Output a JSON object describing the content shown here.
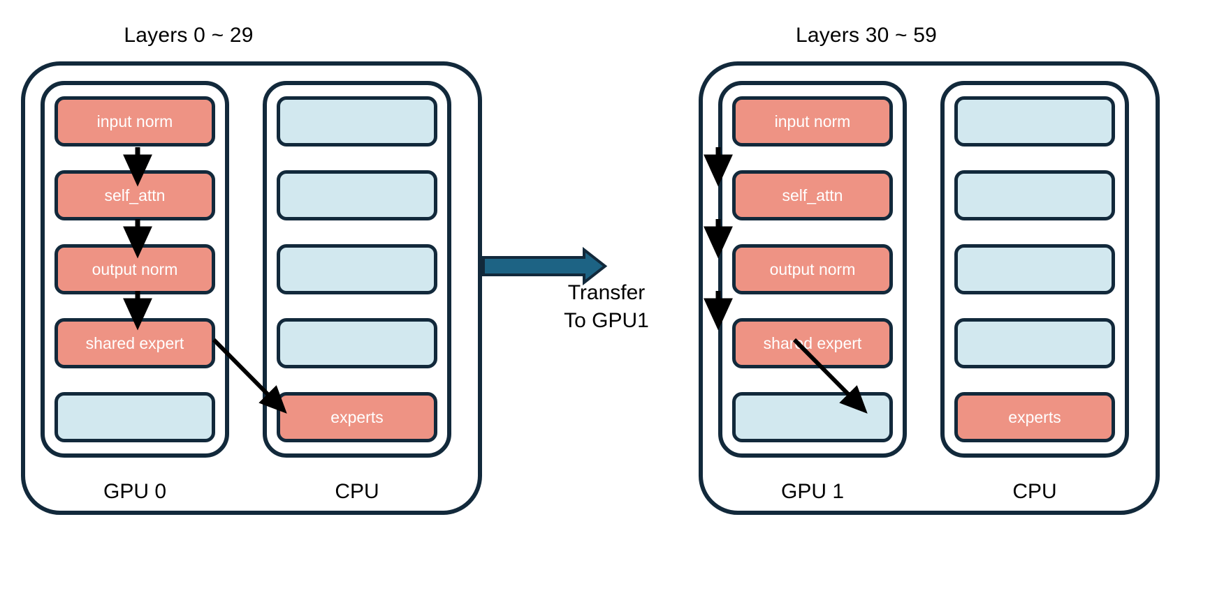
{
  "diagram": {
    "title_text_color": "#000000",
    "colors": {
      "accent_block": "#ee9384",
      "idle_block": "#d2e8ef",
      "outline": "#12293b",
      "transfer_arrow": "#1d6384",
      "flow_arrow": "#000000",
      "background": "#ffffff",
      "block_label": "#ffffff"
    },
    "panels": [
      {
        "id": "panel-left",
        "title": "Layers 0 ~ 29",
        "gpu": {
          "device_label": "GPU 0",
          "blocks": [
            {
              "label": "input norm",
              "kind": "accent"
            },
            {
              "label": "self_attn",
              "kind": "accent"
            },
            {
              "label": "output norm",
              "kind": "accent"
            },
            {
              "label": "shared expert",
              "kind": "accent"
            },
            {
              "label": "",
              "kind": "idle"
            }
          ]
        },
        "cpu": {
          "device_label": "CPU",
          "blocks": [
            {
              "label": "",
              "kind": "idle"
            },
            {
              "label": "",
              "kind": "idle"
            },
            {
              "label": "",
              "kind": "idle"
            },
            {
              "label": "",
              "kind": "idle"
            },
            {
              "label": "experts",
              "kind": "accent"
            }
          ]
        }
      },
      {
        "id": "panel-right",
        "title": "Layers 30 ~ 59",
        "gpu": {
          "device_label": "GPU 1",
          "blocks": [
            {
              "label": "input norm",
              "kind": "accent"
            },
            {
              "label": "self_attn",
              "kind": "accent"
            },
            {
              "label": "output norm",
              "kind": "accent"
            },
            {
              "label": "shared expert",
              "kind": "accent"
            },
            {
              "label": "",
              "kind": "idle"
            }
          ]
        },
        "cpu": {
          "device_label": "CPU",
          "blocks": [
            {
              "label": "",
              "kind": "idle"
            },
            {
              "label": "",
              "kind": "idle"
            },
            {
              "label": "",
              "kind": "idle"
            },
            {
              "label": "",
              "kind": "idle"
            },
            {
              "label": "experts",
              "kind": "accent"
            }
          ]
        }
      }
    ],
    "transfer": {
      "line1": "Transfer",
      "line2": "To GPU1"
    }
  }
}
